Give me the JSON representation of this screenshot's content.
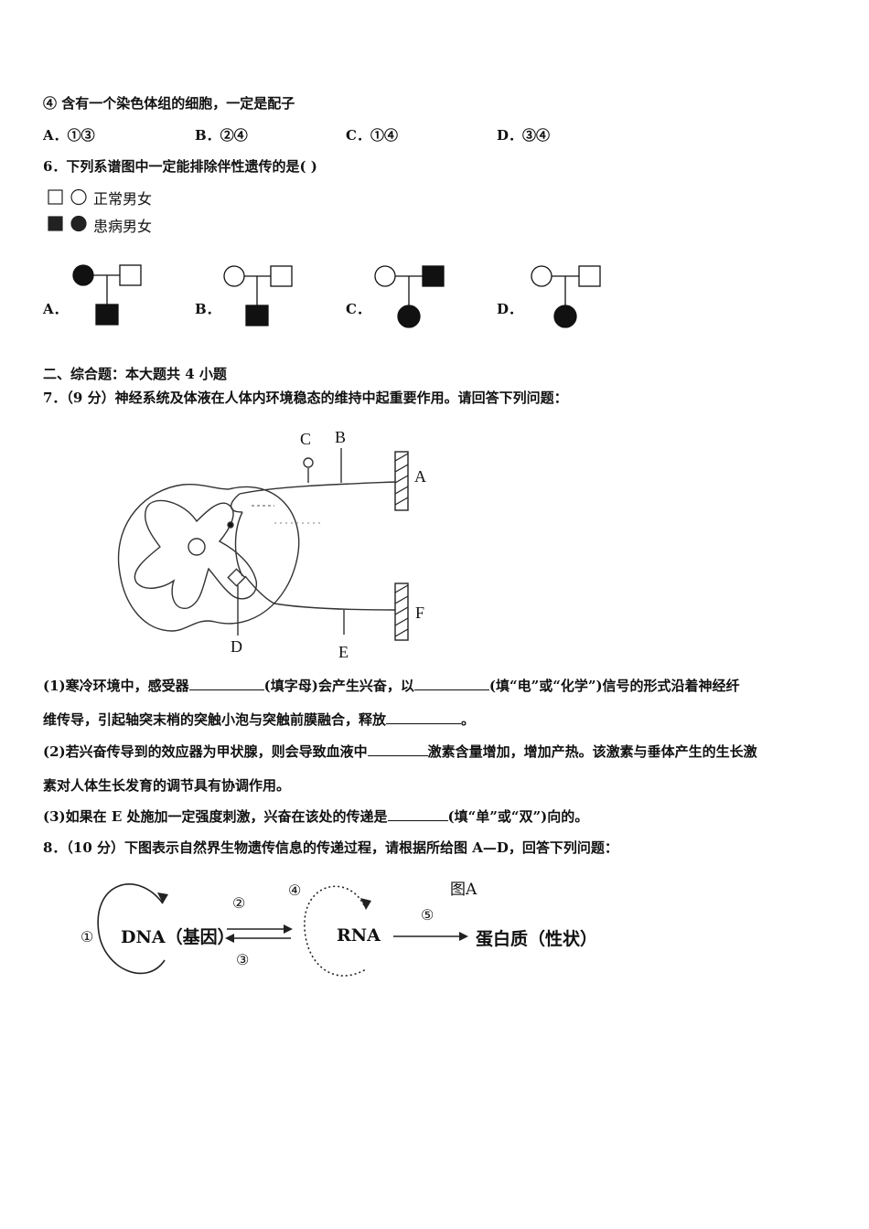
{
  "q5": {
    "item4": "④ 含有一个染色体组的细胞，一定是配子",
    "options": [
      {
        "label": "A．",
        "value": "①③"
      },
      {
        "label": "B．",
        "value": "②④"
      },
      {
        "label": "C．",
        "value": "①④"
      },
      {
        "label": "D．",
        "value": "③④"
      }
    ]
  },
  "q6": {
    "stem": "6．下列系谱图中一定能排除伴性遗传的是(    )",
    "legend_normal": "正常男女",
    "legend_affected": "患病男女",
    "option_labels": [
      "A．",
      "B．",
      "C．",
      "D．"
    ]
  },
  "section2": {
    "title": "二、综合题：本大题共 4 小题"
  },
  "q7": {
    "stem": "7．（9 分）神经系统及体液在人体内环境稳态的维持中起重要作用。请回答下列问题：",
    "figure_labels": {
      "A": "A",
      "B": "B",
      "C": "C",
      "D": "D",
      "E": "E",
      "F": "F"
    },
    "p1_a": "(1)寒冷环境中，感受器",
    "p1_b": "(填字母)会产生兴奋，以",
    "p1_c": "(填“电”或“化学”)信号的形式沿着神经纤",
    "p1_d": "维传导，引起轴突末梢的突触小泡与突触前膜融合，释放",
    "p1_e": "。",
    "p2_a": "(2)若兴奋传导到的效应器为甲状腺，则会导致血液中",
    "p2_b": "激素含量增加，增加产热。该激素与垂体产生的生长激",
    "p2_c": "素对人体生长发育的调节具有协调作用。",
    "p3_a": "(3)如果在 E 处施加一定强度刺激，兴奋在该处的传递是",
    "p3_b": "(填“单”或“双”)向的。"
  },
  "q8": {
    "stem": "8．（10 分）下图表示自然界生物遗传信息的传递过程，请根据所给图 A—D，回答下列问题：",
    "figure_title": "图A",
    "dna": "DNA（基因）",
    "rna": "RNA",
    "protein": "蛋白质（性状）",
    "steps": [
      "①",
      "②",
      "③",
      "④",
      "⑤"
    ]
  }
}
